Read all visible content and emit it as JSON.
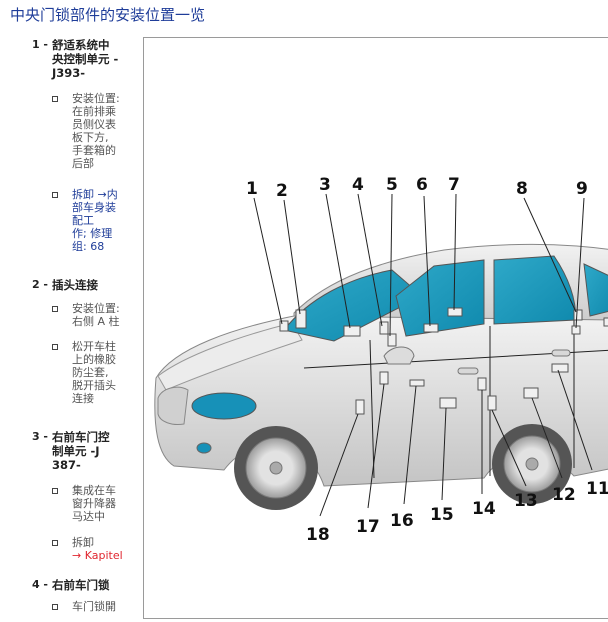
{
  "page_title": "中央门锁部件的安装位置一览",
  "items": [
    {
      "number": "1 -",
      "title_lines": [
        "舒适系统中",
        "央控制单元 -",
        "J393-"
      ],
      "subs": [
        {
          "lines": [
            "安装位置:",
            "在前排乘",
            "员侧仪表",
            "板下方,",
            "手套箱的",
            "后部"
          ]
        },
        {
          "lines": [
            "拆卸 →内",
            "部车身装",
            "配工",
            "作; 修理",
            "组: 68"
          ]
        }
      ]
    },
    {
      "number": "2 -",
      "title_lines": [
        "插头连接"
      ],
      "subs": [
        {
          "lines": [
            "安装位置:",
            "右侧 A 柱"
          ]
        },
        {
          "lines": [
            "松开车柱",
            "上的橡胶",
            "防尘套,",
            "脱开插头",
            "连接"
          ]
        }
      ]
    },
    {
      "number": "3 -",
      "title_lines": [
        "右前车门控",
        "制单元 -J",
        "387-"
      ],
      "subs": [
        {
          "lines": [
            "集成在车",
            "窗升降器",
            "马达中"
          ]
        },
        {
          "lines": [
            "拆卸",
            "→ Kapitel"
          ]
        }
      ]
    },
    {
      "number": "4 -",
      "title_lines": [
        "右前车门锁"
      ],
      "subs": [
        {
          "lines": [
            "车门锁開"
          ]
        }
      ]
    }
  ],
  "callouts": [
    "1",
    "2",
    "3",
    "4",
    "5",
    "6",
    "7",
    "8",
    "9",
    "11",
    "12",
    "13",
    "14",
    "15",
    "16",
    "17",
    "18"
  ]
}
